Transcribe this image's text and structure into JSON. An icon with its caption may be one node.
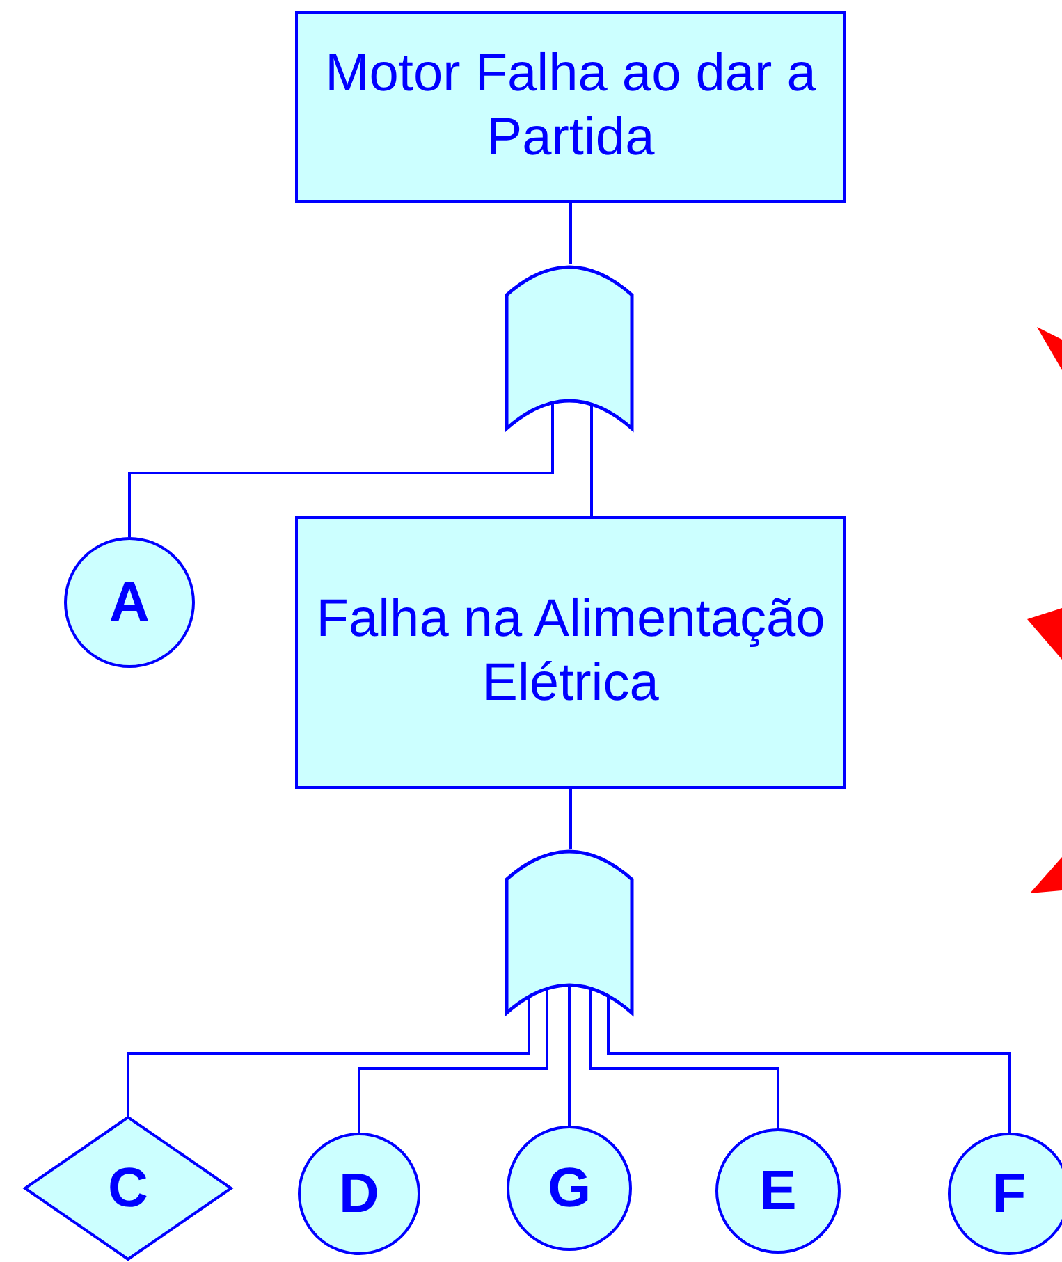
{
  "diagram": {
    "nodes": [
      {
        "text": [
          "Motor Falha ao dar a Partida"
        ]
      },
      {
        "text": [],
        "shape": "gate"
      },
      {
        "text": [
          "A"
        ]
      },
      {
        "text": [
          "Falha na Alimentação Elétrica"
        ]
      },
      {
        "text": [],
        "shape": "gate"
      },
      {
        "text": [
          "C"
        ]
      },
      {
        "text": [
          "D"
        ]
      },
      {
        "text": [
          "G"
        ]
      },
      {
        "text": [
          "E"
        ]
      },
      {
        "text": [
          "F"
        ]
      }
    ],
    "edges": [
      {
        "from": 0,
        "to": 1,
        "arrow": "none"
      },
      {
        "from": 1,
        "to": 2,
        "arrow": "none"
      },
      {
        "from": 1,
        "to": 3,
        "arrow": "none"
      },
      {
        "from": 3,
        "to": 4,
        "arrow": "none"
      },
      {
        "from": 4,
        "to": 5,
        "arrow": "none"
      },
      {
        "from": 4,
        "to": 6,
        "arrow": "none"
      },
      {
        "from": 4,
        "to": 7,
        "arrow": "none"
      },
      {
        "from": 4,
        "to": 8,
        "arrow": "none"
      },
      {
        "from": 4,
        "to": 9,
        "arrow": "none"
      }
    ]
  }
}
